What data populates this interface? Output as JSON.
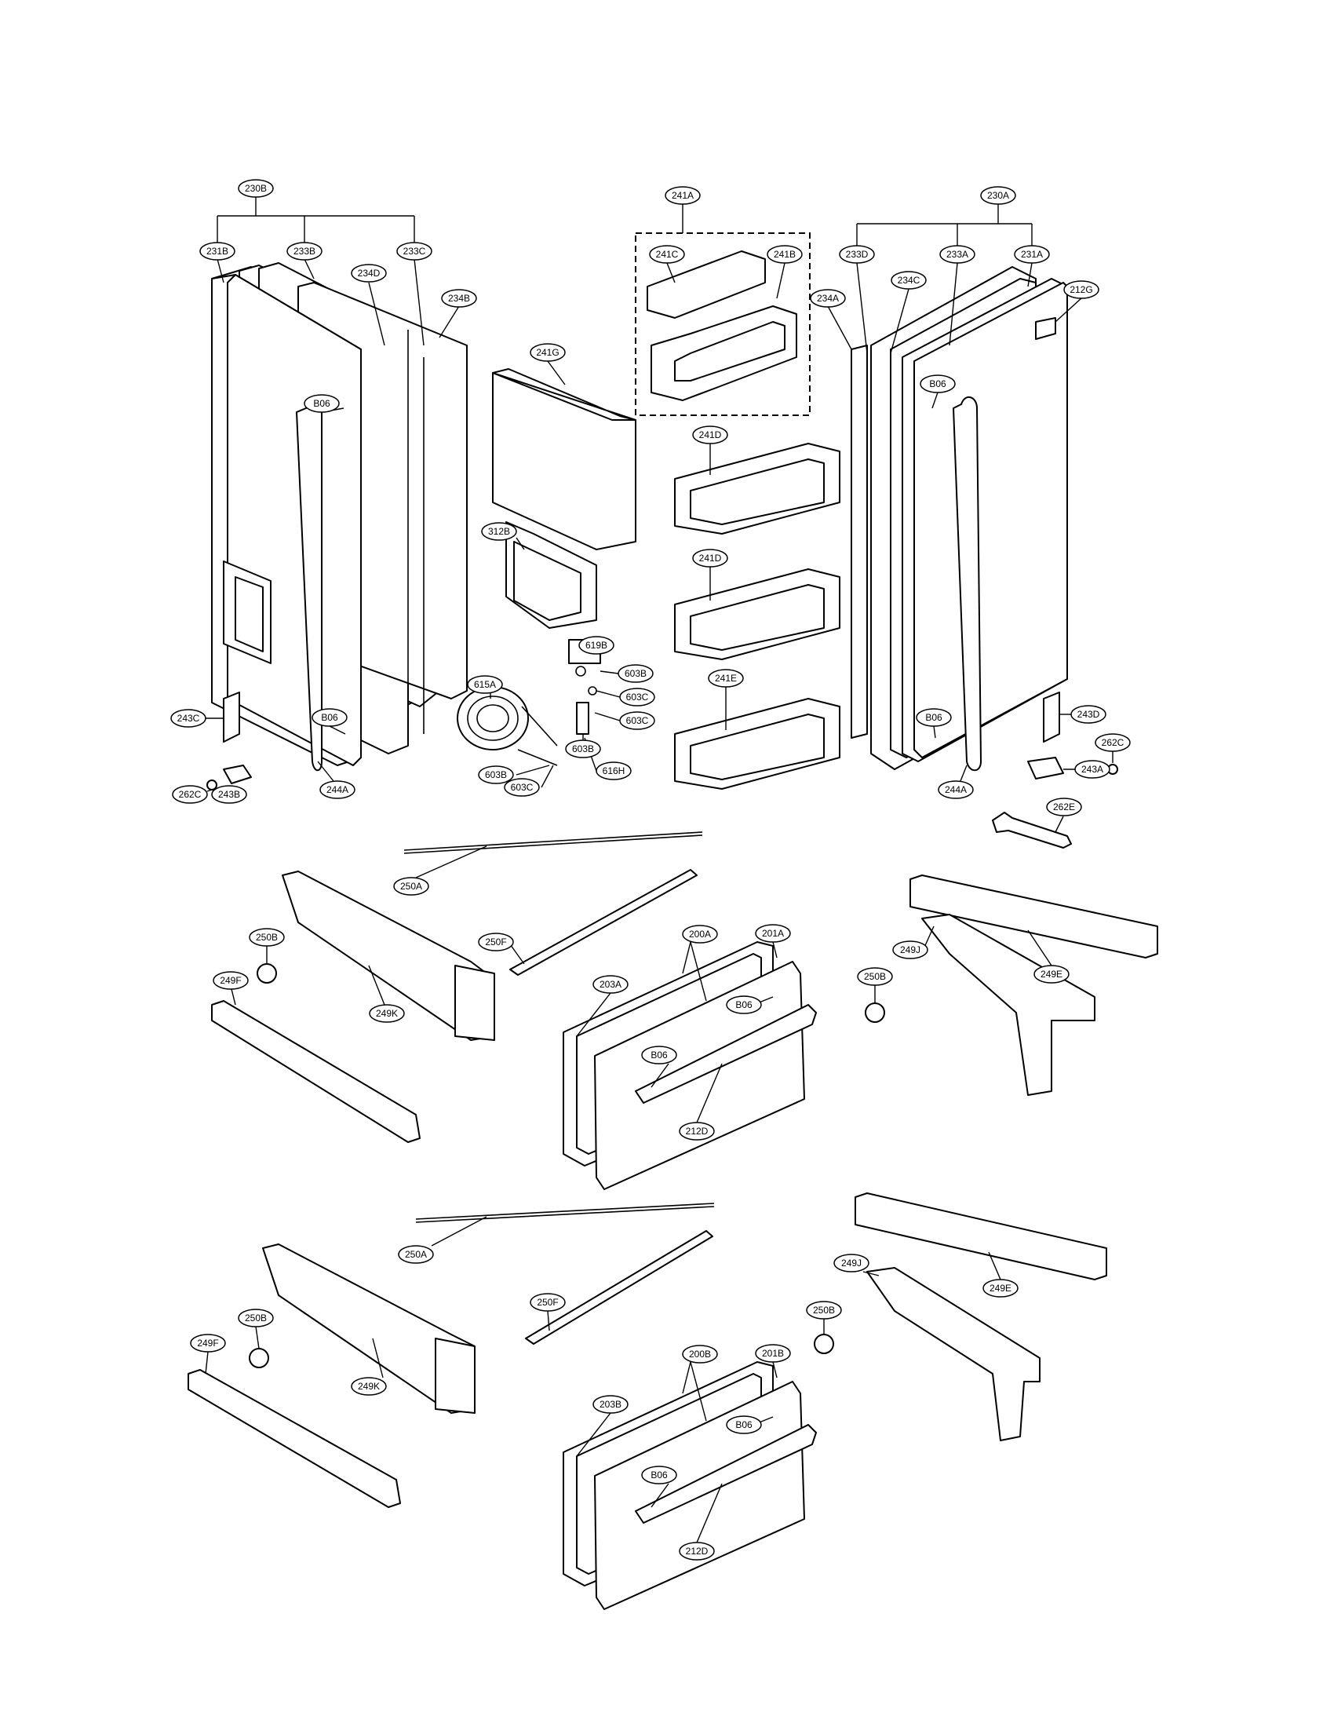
{
  "callouts": {
    "c230B": "230B",
    "c231B": "231B",
    "c233B": "233B",
    "c234D": "234D",
    "c233C": "233C",
    "c234B": "234B",
    "c241A": "241A",
    "c241C": "241C",
    "c241B": "241B",
    "c241G": "241G",
    "c241D1": "241D",
    "c241D2": "241D",
    "c241E": "241E",
    "c230A": "230A",
    "c233D": "233D",
    "c233A": "233A",
    "c231A": "231A",
    "c234A": "234A",
    "c234C": "234C",
    "c212G": "212G",
    "cB06a": "B06",
    "cB06b": "B06",
    "cB06c": "B06",
    "cB06d": "B06",
    "c312B": "312B",
    "c619B": "619B",
    "c603B1": "603B",
    "c603C1": "603C",
    "c603C2": "603C",
    "c603B2": "603B",
    "c615A": "615A",
    "c603B3": "603B",
    "c603C3": "603C",
    "c616H": "616H",
    "c243C": "243C",
    "c262C1": "262C",
    "c243B": "243B",
    "c244A1": "244A",
    "c243D": "243D",
    "c262C2": "262C",
    "c243A": "243A",
    "c244A2": "244A",
    "c262E": "262E",
    "c250A1": "250A",
    "c250F1": "250F",
    "c250B1": "250B",
    "c249F1": "249F",
    "c249K1": "249K",
    "c200A": "200A",
    "c201A": "201A",
    "c203A": "203A",
    "cB06e": "B06",
    "cB06f": "B06",
    "c212D1": "212D",
    "c249E1": "249E",
    "c249J1": "249J",
    "c250B2": "250B",
    "c250A2": "250A",
    "c250F2": "250F",
    "c250B3": "250B",
    "c249F2": "249F",
    "c249K2": "249K",
    "c200B": "200B",
    "c201B": "201B",
    "c203B": "203B",
    "cB06g": "B06",
    "cB06h": "B06",
    "c212D2": "212D",
    "c249E2": "249E",
    "c249J2": "249J",
    "c250B4": "250B"
  }
}
